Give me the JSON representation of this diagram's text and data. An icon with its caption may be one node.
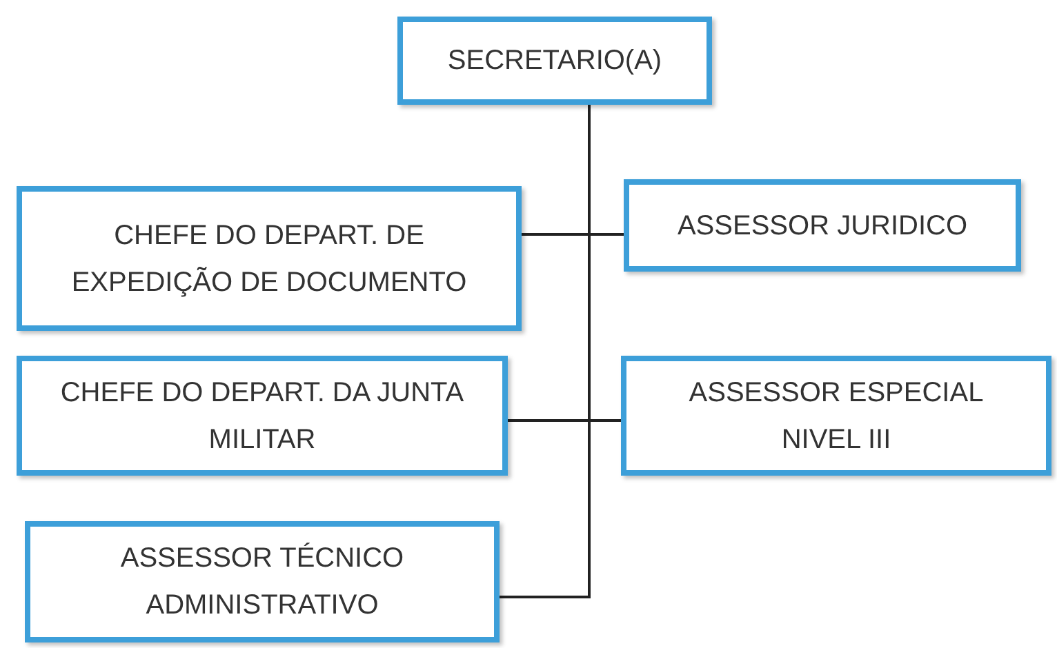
{
  "diagram": {
    "nodes": [
      {
        "text": [
          "SECRETARIO(A)"
        ]
      },
      {
        "text": [
          "CHEFE DO DEPART. DE EXPEDIÇÃO DE DOCUMENTO"
        ]
      },
      {
        "text": [
          "ASSESSOR JURIDICO"
        ]
      },
      {
        "text": [
          "CHEFE DO DEPART. DA JUNTA MILITAR"
        ]
      },
      {
        "text": [
          "ASSESSOR ESPECIAL NIVEL III"
        ]
      },
      {
        "text": [
          "ASSESSOR TÉCNICO ADMINISTRATIVO"
        ]
      }
    ],
    "edges": [
      {
        "from": 0,
        "to": 1,
        "arrow": "none"
      },
      {
        "from": 0,
        "to": 2,
        "arrow": "none"
      },
      {
        "from": 0,
        "to": 3,
        "arrow": "none"
      },
      {
        "from": 0,
        "to": 4,
        "arrow": "none"
      },
      {
        "from": 0,
        "to": 5,
        "arrow": "none"
      }
    ]
  }
}
